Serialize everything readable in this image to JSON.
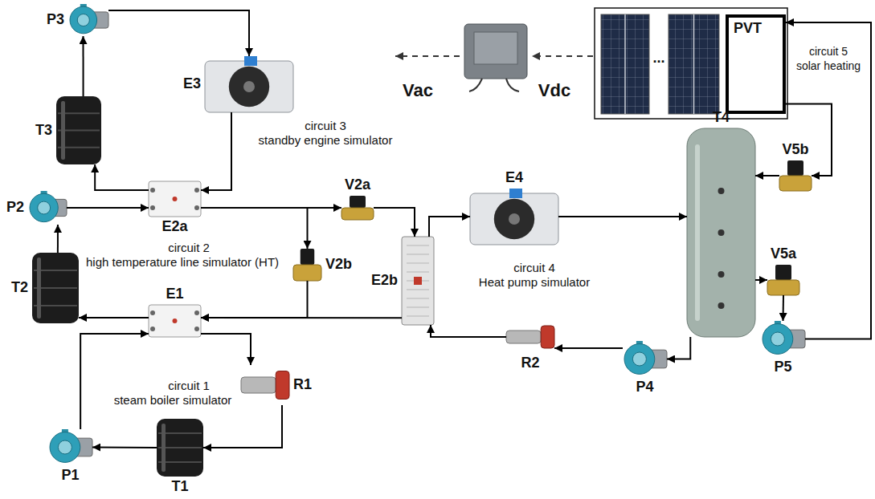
{
  "diagram": {
    "nodes": [
      {
        "text": [
          "P3"
        ]
      },
      {
        "text": [
          "E3"
        ]
      },
      {
        "text": [
          "T3"
        ]
      },
      {
        "text": [
          "PVT"
        ]
      },
      {
        "text": [
          "P2"
        ]
      },
      {
        "text": [
          "E2a"
        ]
      },
      {
        "text": [
          "V2a"
        ]
      },
      {
        "text": [
          "E4"
        ]
      },
      {
        "text": [
          "E2b"
        ]
      },
      {
        "text": [
          "V2b"
        ]
      },
      {
        "text": [
          "T4"
        ]
      },
      {
        "text": [
          "V5b"
        ]
      },
      {
        "text": [
          "T2"
        ]
      },
      {
        "text": [
          "E1"
        ]
      },
      {
        "text": [
          "V5a"
        ]
      },
      {
        "text": [
          "R2"
        ]
      },
      {
        "text": [
          "R1"
        ]
      },
      {
        "text": [
          "P1"
        ]
      },
      {
        "text": [
          "T1"
        ]
      },
      {
        "text": [
          "P4"
        ]
      },
      {
        "text": [
          "P5"
        ]
      }
    ],
    "edges": [
      {
        "from": 2,
        "to": 0,
        "arrow": "to"
      },
      {
        "from": 0,
        "to": 1,
        "arrow": "to"
      },
      {
        "from": 1,
        "to": 5,
        "arrow": "to"
      },
      {
        "from": 5,
        "to": 2,
        "arrow": "to"
      },
      {
        "from": 12,
        "to": 4,
        "arrow": "to"
      },
      {
        "from": 4,
        "to": 5,
        "arrow": "to"
      },
      {
        "from": 5,
        "to": 6,
        "arrow": "to"
      },
      {
        "from": 5,
        "to": 9,
        "arrow": "to"
      },
      {
        "from": 6,
        "to": 8,
        "arrow": "to"
      },
      {
        "from": 8,
        "to": 7,
        "arrow": "to"
      },
      {
        "from": 7,
        "to": 10,
        "arrow": "to"
      },
      {
        "from": 10,
        "to": 19,
        "arrow": "to"
      },
      {
        "from": 19,
        "to": 15,
        "arrow": "to"
      },
      {
        "from": 15,
        "to": 8,
        "arrow": "to"
      },
      {
        "from": 8,
        "to": 13,
        "arrow": "to"
      },
      {
        "from": 9,
        "to": 13,
        "arrow": "to"
      },
      {
        "from": 13,
        "to": 12,
        "arrow": "to"
      },
      {
        "from": 18,
        "to": 17,
        "arrow": "to"
      },
      {
        "from": 17,
        "to": 13,
        "arrow": "to"
      },
      {
        "from": 13,
        "to": 16,
        "arrow": "to"
      },
      {
        "from": 16,
        "to": 18,
        "arrow": "to"
      },
      {
        "from": 3,
        "to": 11,
        "arrow": "to"
      },
      {
        "from": 11,
        "to": 10,
        "arrow": "to"
      },
      {
        "from": 10,
        "to": 14,
        "arrow": "to"
      },
      {
        "from": 14,
        "to": 20,
        "arrow": "to"
      },
      {
        "from": 20,
        "to": 3,
        "arrow": "to"
      }
    ],
    "labels": [
      "circuit 3",
      "standby engine simulator",
      "Vac",
      "Vdc",
      "...",
      "circuit 5",
      "solar heating",
      "circuit 2",
      "high temperature line simulator (HT)",
      "circuit 4",
      "Heat pump simulator",
      "circuit 1",
      "steam boiler simulator"
    ]
  }
}
